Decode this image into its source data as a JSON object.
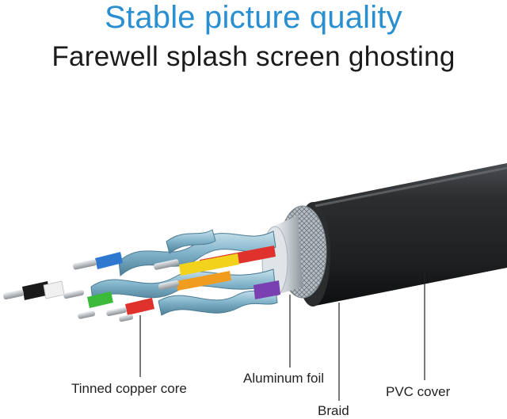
{
  "headline": {
    "title": "Stable picture quality",
    "subtitle": "Farewell splash screen ghosting",
    "title_color": "#2a8fd0",
    "subtitle_color": "#1b1b1b"
  },
  "labels": {
    "tinned_copper_core": "Tinned copper core",
    "aluminum_foil": "Aluminum foil",
    "braid": "Braid",
    "pvc_cover": "PVC cover"
  },
  "colors": {
    "pvc_jacket": "#232526",
    "foil": "#c9cfd4",
    "braid": "#9aa2aa",
    "twisted_pair_shield": "#7fb2c9",
    "wire_red": "#e0322c",
    "wire_yellow": "#f3d21b",
    "wire_orange": "#f19c1f",
    "wire_purple": "#7a3fb0",
    "wire_blue": "#2f78d0",
    "wire_green": "#3cbb3a",
    "wire_white": "#f0f0f0",
    "wire_black": "#1a1a1a",
    "copper_tip": "#b8bcc0"
  }
}
